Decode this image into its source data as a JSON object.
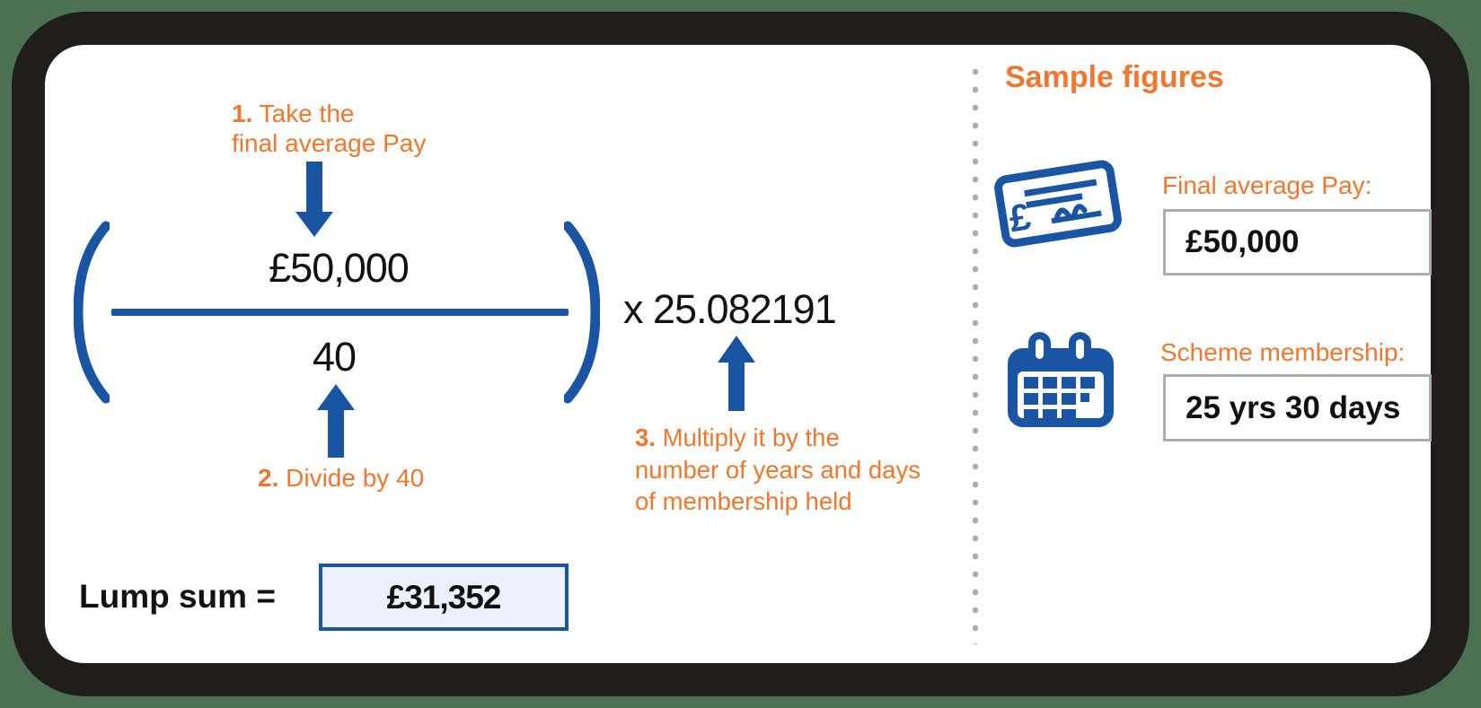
{
  "colors": {
    "blue": "#1A55A4",
    "orange": "#F0772F",
    "frame": "#201D1A",
    "background": "#4C7152",
    "gray": "#A9ABAE",
    "boxfill": "#ECF2FB"
  },
  "formula": {
    "step1_prefix": "1.",
    "step1_rest": " Take the",
    "step1_line2": "final average Pay",
    "numerator": "£50,000",
    "denominator": "40",
    "step2_prefix": "2.",
    "step2_rest": " Divide by 40",
    "multiplier": "x 25.082191",
    "step3_prefix": "3.",
    "step3_rest": " Multiply it by the",
    "step3_line2": "number of years and days",
    "step3_line3": "of membership held",
    "result_label": "Lump sum =",
    "result_value": "£31,352"
  },
  "sample": {
    "title": "Sample figures",
    "items": [
      {
        "icon": "cheque-icon",
        "label": "Final average Pay:",
        "value": "£50,000"
      },
      {
        "icon": "calendar-icon",
        "label": "Scheme membership:",
        "value": "25 yrs 30 days"
      }
    ]
  }
}
